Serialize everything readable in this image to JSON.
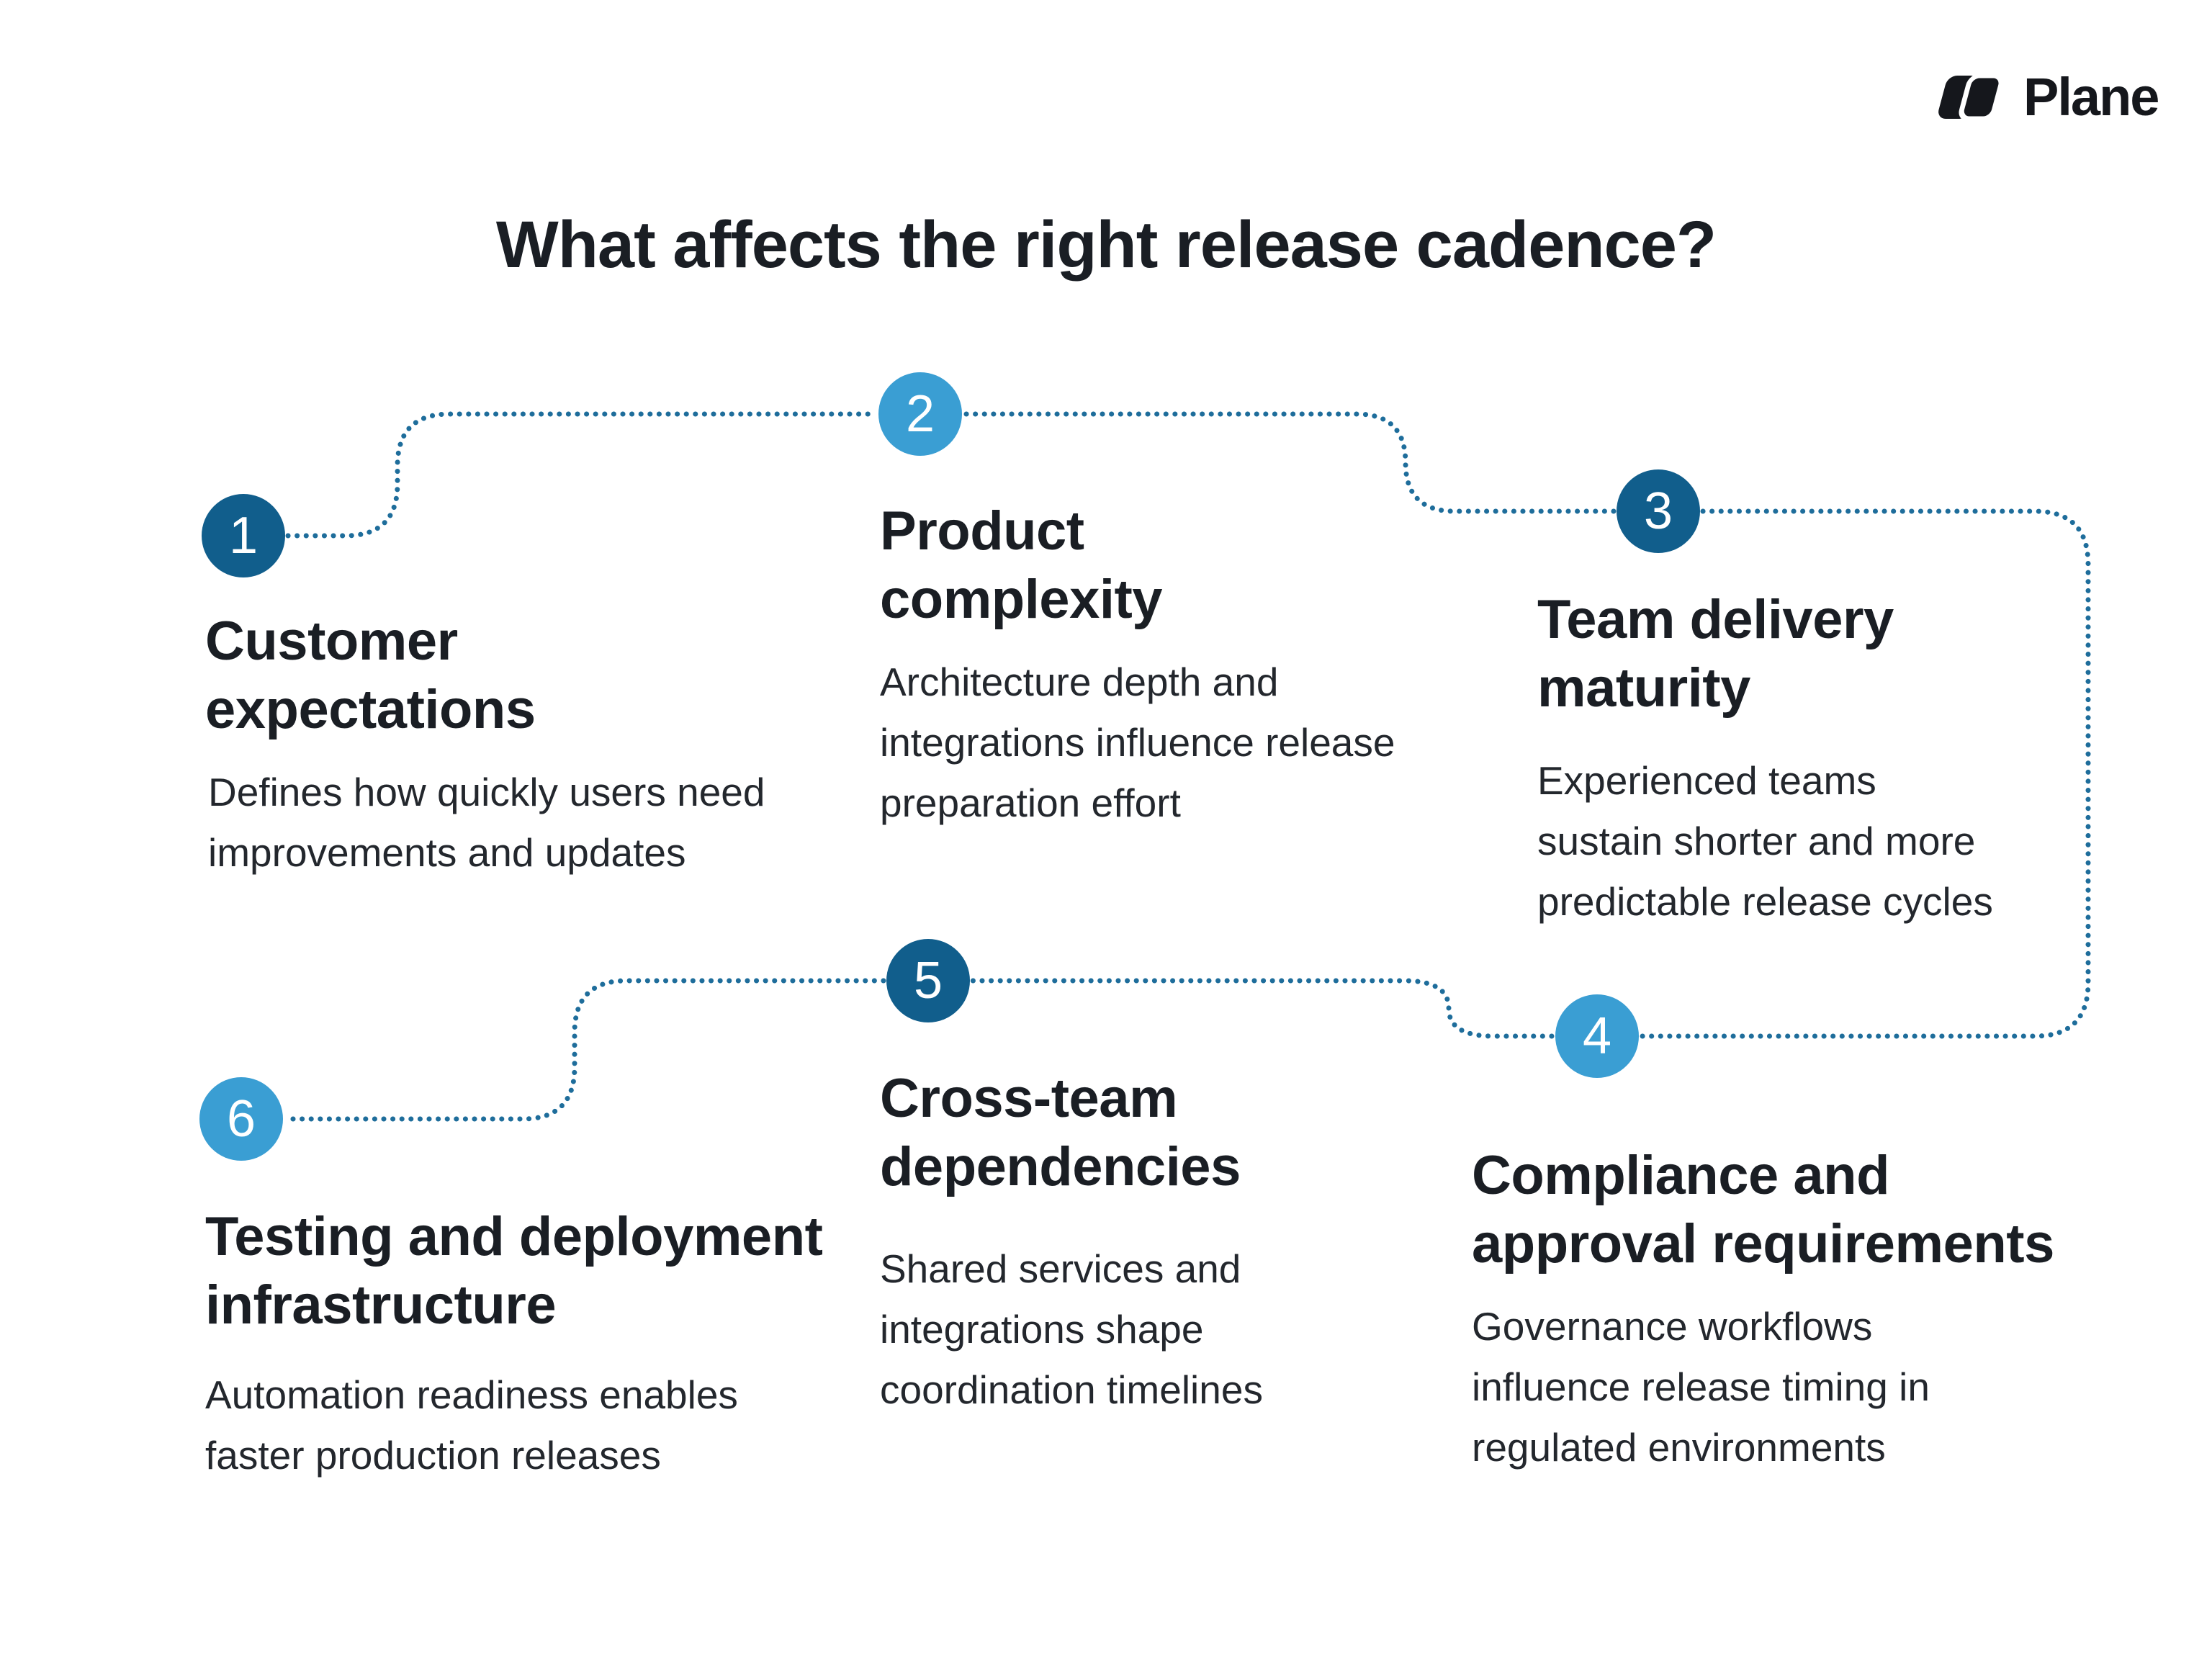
{
  "title": "What affects the right release cadence?",
  "logo": {
    "name": "Plane"
  },
  "colors": {
    "dark_circle": "#115E8C",
    "light_circle": "#3A9ED3",
    "connector_dots": "#1E6D9B",
    "heading_text": "#1A1E24",
    "body_text": "#23272D",
    "background": "#FFFFFF"
  },
  "items": [
    {
      "number": "1",
      "variant": "dark",
      "heading": [
        "Customer",
        "expectations"
      ],
      "body": [
        "Defines how quickly users need",
        "improvements and updates"
      ]
    },
    {
      "number": "2",
      "variant": "light",
      "heading": [
        "Product",
        "complexity"
      ],
      "body": [
        "Architecture depth and",
        "integrations influence release",
        "preparation effort"
      ]
    },
    {
      "number": "3",
      "variant": "dark",
      "heading": [
        "Team delivery",
        "maturity"
      ],
      "body": [
        "Experienced teams",
        "sustain shorter and more",
        "predictable release cycles"
      ]
    },
    {
      "number": "4",
      "variant": "light",
      "heading": [
        "Compliance and",
        "approval requirements"
      ],
      "body": [
        "Governance workflows",
        "influence release timing in",
        "regulated environments"
      ]
    },
    {
      "number": "5",
      "variant": "dark",
      "heading": [
        "Cross-team",
        "dependencies"
      ],
      "body": [
        "Shared services and",
        "integrations shape",
        "coordination timelines"
      ]
    },
    {
      "number": "6",
      "variant": "light",
      "heading": [
        "Testing and deployment",
        "infrastructure"
      ],
      "body": [
        "Automation readiness enables",
        "faster production releases"
      ]
    }
  ]
}
